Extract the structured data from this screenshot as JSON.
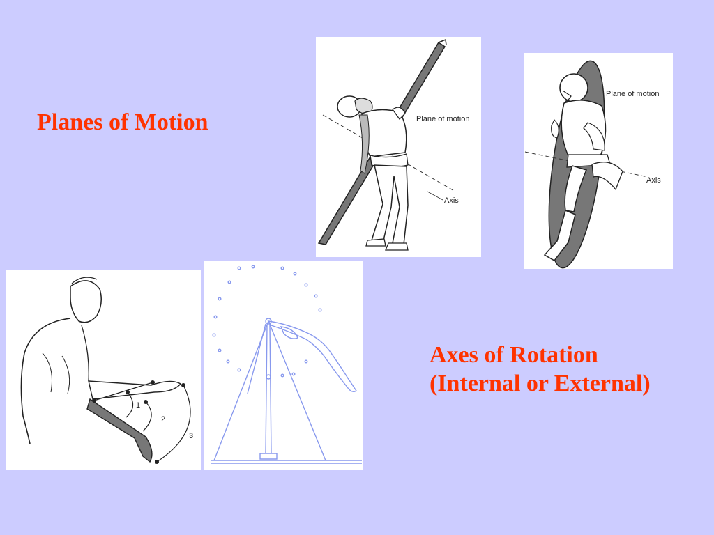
{
  "slide": {
    "title_planes": "Planes of Motion",
    "title_axes_line1": "Axes of Rotation",
    "title_axes_line2": "(Internal or External)"
  },
  "figures": {
    "golfer": {
      "plane_label": "Plane of motion",
      "axis_label": "Axis"
    },
    "kicker": {
      "plane_label": "Plane of motion",
      "axis_label": "Axis"
    },
    "arm": {
      "arc_labels": [
        "1",
        "2",
        "3"
      ]
    }
  },
  "colors": {
    "background": "#ccccff",
    "title": "#ff3300",
    "gymnast_line": "#8899ee"
  }
}
